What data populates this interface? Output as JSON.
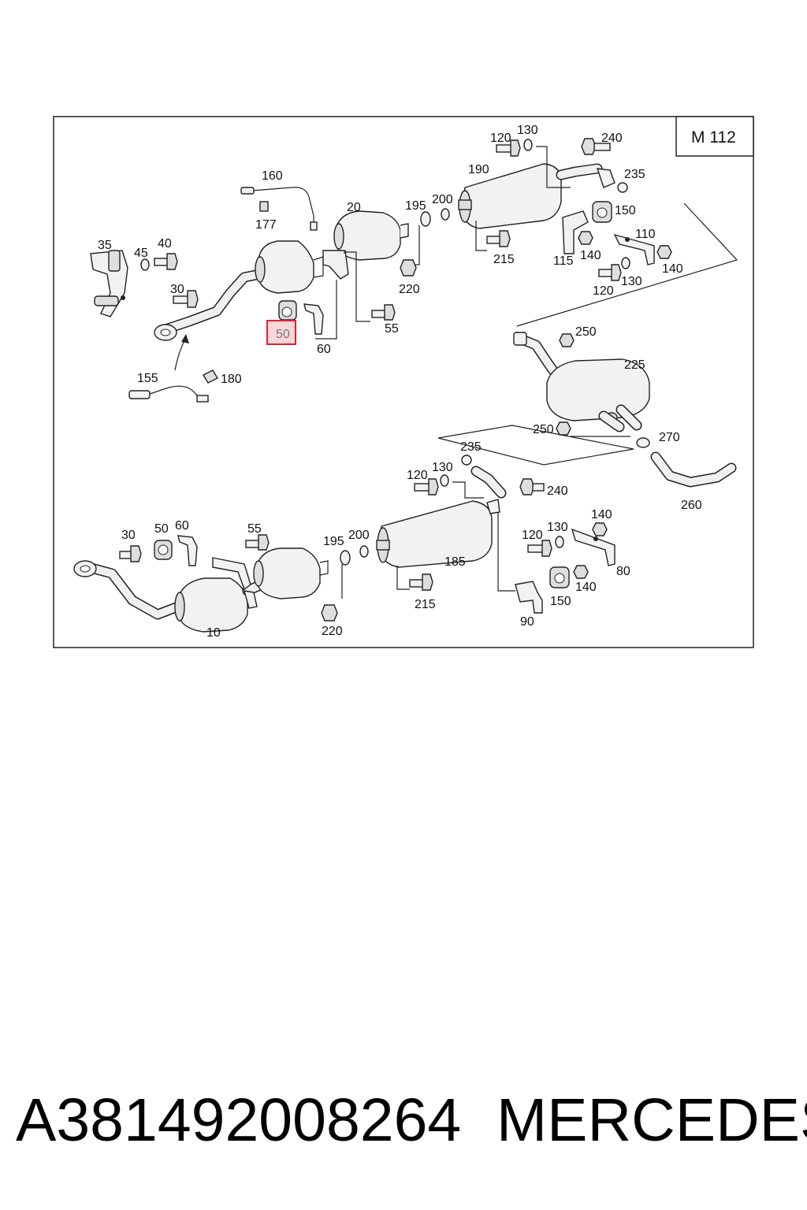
{
  "diagram": {
    "model_label": "M 112",
    "highlighted_callout": "50",
    "callouts": {
      "c160": "160",
      "c177": "177",
      "c20": "20",
      "c195a": "195",
      "c200a": "200",
      "c120a": "120",
      "c130a": "130",
      "c240a": "240",
      "c190": "190",
      "c235a": "235",
      "c150a": "150",
      "c110": "110",
      "c35": "35",
      "c45": "45",
      "c40": "40",
      "c30a": "30",
      "c220a": "220",
      "c215a": "215",
      "c115": "115",
      "c140a": "140",
      "c140b": "140",
      "c120b": "120",
      "c130b": "130",
      "c50a": "50",
      "c60a": "60",
      "c55a": "55",
      "c155": "155",
      "c180": "180",
      "c250a": "250",
      "c225": "225",
      "c250b": "250",
      "c270": "270",
      "c260": "260",
      "c235b": "235",
      "c120c": "120",
      "c130c": "130",
      "c240b": "240",
      "c140c": "140",
      "c30b": "30",
      "c50b": "50",
      "c60b": "60",
      "c55b": "55",
      "c195b": "195",
      "c200b": "200",
      "c185": "185",
      "c120d": "120",
      "c130d": "130",
      "c80": "80",
      "c140d": "140",
      "c150b": "150",
      "c215b": "215",
      "c90": "90",
      "c10": "10",
      "c220b": "220"
    }
  },
  "footer": {
    "part_number": "A381492008264",
    "brand": "MERCEDES"
  }
}
